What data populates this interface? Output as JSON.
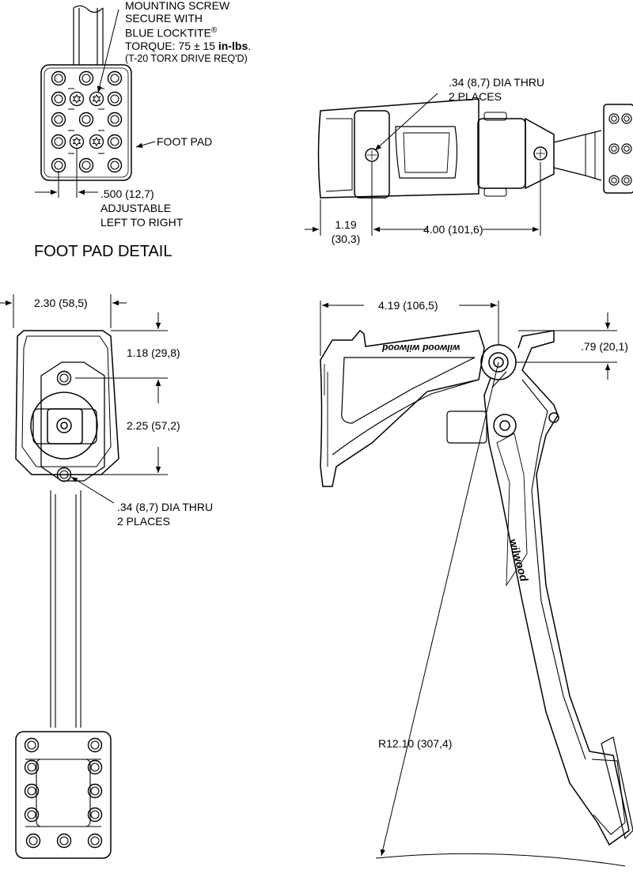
{
  "foot_pad_detail": {
    "title": "FOOT PAD DETAIL",
    "screw_note": {
      "line1": "MOUNTING SCREW",
      "line2": "SECURE WITH",
      "line3_text": "BLUE LOCKTITE",
      "line3_sup": "®",
      "line4_prefix": "TORQUE: 75 ± 15 ",
      "line4_bold": "in-lbs",
      "line4_suffix": ".",
      "line5": "(T-20 TORX DRIVE REQ'D)"
    },
    "foot_pad_label": "FOOT PAD",
    "adjust_note": {
      "line1": ".500 (12,7)",
      "line2": "ADJUSTABLE",
      "line3": "LEFT TO RIGHT"
    }
  },
  "top_view": {
    "hole_note": {
      "line1": ".34 (8,7) DIA THRU",
      "line2": "2 PLACES"
    },
    "dim_offset": {
      "line1": "1.19",
      "line2": "(30,3)"
    },
    "dim_spacing": "4.00 (101,6)"
  },
  "front_view": {
    "dim_width": "2.30 (58,5)",
    "dim_top": "1.18 (29,8)",
    "dim_spacing": "2.25 (57,2)",
    "hole_note": {
      "line1": ".34 (8,7) DIA THRU",
      "line2": "2 PLACES"
    }
  },
  "side_view": {
    "dim_length": "4.19 (106,5)",
    "dim_height": ".79 (20,1)",
    "radius_label": "R12.10 (307,4)",
    "brand_text": "wilwood"
  },
  "colors": {
    "line": "#000000",
    "background": "#ffffff",
    "shading": "#e6e6e6"
  }
}
